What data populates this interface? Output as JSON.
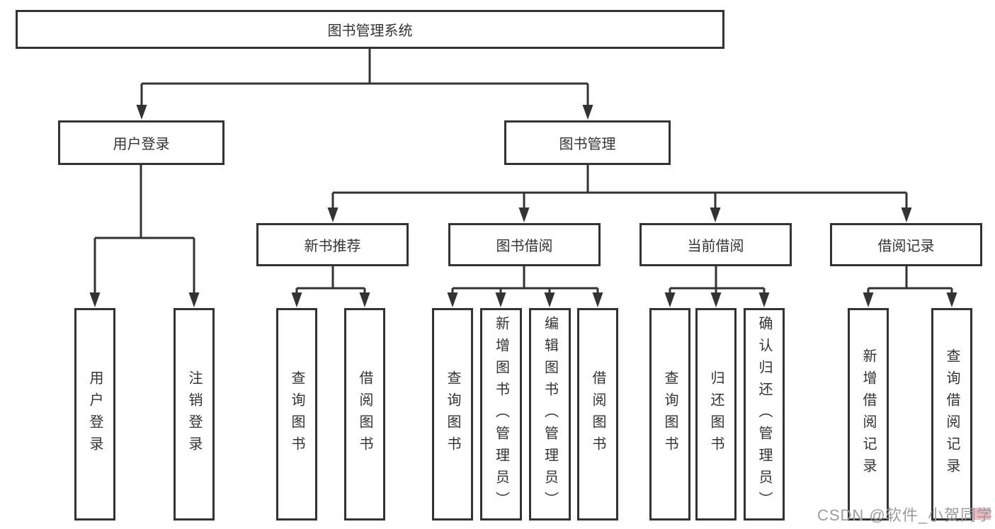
{
  "colors": {
    "line": "#333333",
    "box_border": "#333333",
    "box_fill": "#ffffff",
    "label_text": "#333333",
    "watermark_text": "#9c9c9c",
    "watermark_accent": "#efb9c3"
  },
  "watermark": {
    "text": "CSDN @软件_小贺同学"
  },
  "tree": {
    "label": "图书管理系统",
    "children": [
      {
        "label": "用户登录",
        "children": [
          {
            "label": "用户登录"
          },
          {
            "label": "注销登录"
          }
        ]
      },
      {
        "label": "图书管理",
        "children": [
          {
            "label": "新书推荐",
            "children": [
              {
                "label": "查询图书"
              },
              {
                "label": "借阅图书"
              }
            ]
          },
          {
            "label": "图书借阅",
            "children": [
              {
                "label": "查询图书"
              },
              {
                "label": "新增图书（管理员）"
              },
              {
                "label": "编辑图书（管理员）"
              },
              {
                "label": "借阅图书"
              }
            ]
          },
          {
            "label": "当前借阅",
            "children": [
              {
                "label": "查询图书"
              },
              {
                "label": "归还图书"
              },
              {
                "label": "确认归还（管理员）"
              }
            ]
          },
          {
            "label": "借阅记录",
            "children": [
              {
                "label": "新增借阅记录"
              },
              {
                "label": "查询借阅记录"
              }
            ]
          }
        ]
      }
    ]
  }
}
